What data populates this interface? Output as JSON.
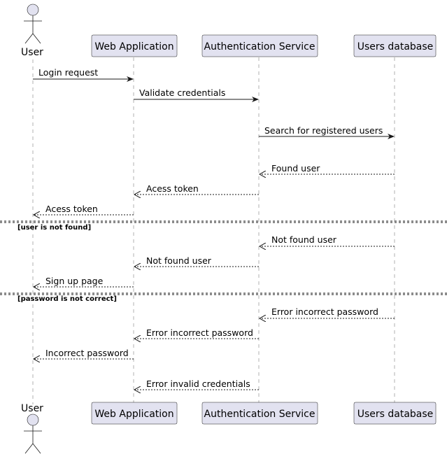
{
  "participants": {
    "user": "User",
    "web": "Web Application",
    "auth": "Authentication Service",
    "db": "Users database"
  },
  "messages": [
    {
      "from": "user",
      "to": "web",
      "label": "Login request",
      "style": "solid"
    },
    {
      "from": "web",
      "to": "auth",
      "label": "Validate credentials",
      "style": "solid"
    },
    {
      "from": "auth",
      "to": "db",
      "label": "Search for registered users",
      "style": "solid"
    },
    {
      "from": "db",
      "to": "auth",
      "label": "Found user",
      "style": "dashed"
    },
    {
      "from": "auth",
      "to": "web",
      "label": "Acess token",
      "style": "dashed"
    },
    {
      "from": "web",
      "to": "user",
      "label": "Acess token",
      "style": "dashed"
    },
    {
      "from": "db",
      "to": "auth",
      "label": "Not found user",
      "style": "dashed"
    },
    {
      "from": "auth",
      "to": "web",
      "label": "Not found user",
      "style": "dashed"
    },
    {
      "from": "web",
      "to": "user",
      "label": "Sign up page",
      "style": "dashed"
    },
    {
      "from": "db",
      "to": "auth",
      "label": "Error incorrect password",
      "style": "dashed"
    },
    {
      "from": "auth",
      "to": "web",
      "label": "Error incorrect password",
      "style": "dashed"
    },
    {
      "from": "web",
      "to": "user",
      "label": "Incorrect password",
      "style": "dashed"
    },
    {
      "from": "auth",
      "to": "web",
      "label": "Error invalid credentials",
      "style": "dashed"
    }
  ],
  "groups": [
    {
      "label": "[user is not found]"
    },
    {
      "label": "[password is not correct]"
    }
  ],
  "colors": {
    "participant_fill": "#e2e2f0",
    "participant_border": "#181818",
    "lifeline": "#b0b0b0",
    "arrow": "#181818"
  }
}
